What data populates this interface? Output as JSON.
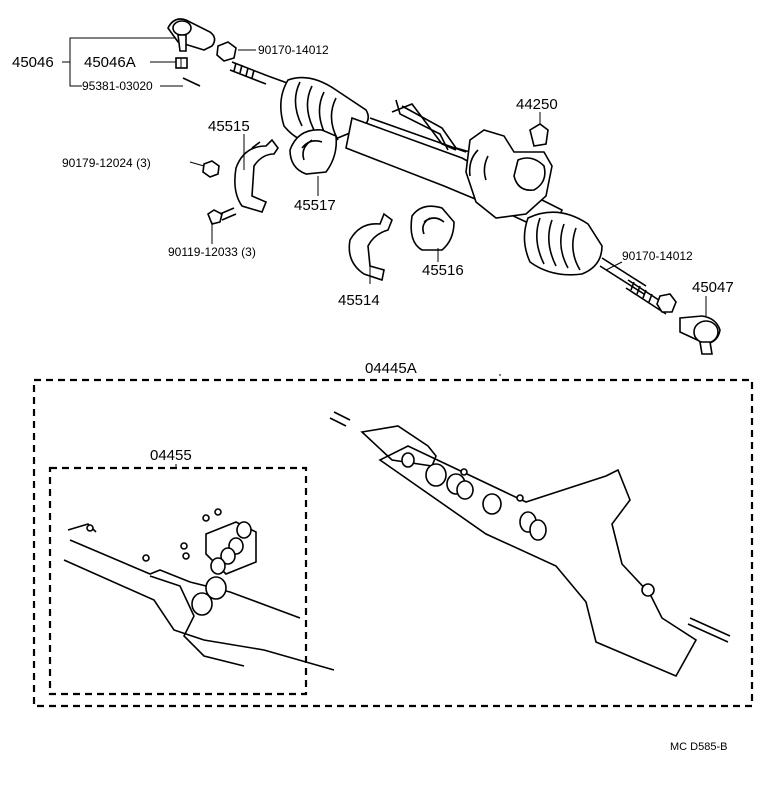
{
  "labels": {
    "tie_rod_end_left": "45046",
    "tie_rod_end_left_a": "45046A",
    "cotter_pin": "95381-03020",
    "nut_left": "90170-14012",
    "gear_assembly": "44250",
    "bracket_upper": "45515",
    "nut_bracket": "90179-12024 (3)",
    "grommet_left": "45517",
    "bolt_bracket": "90119-12033 (3)",
    "bracket_lower": "45514",
    "grommet_right": "45516",
    "nut_right": "90170-14012",
    "tie_rod_end_right": "45047",
    "gasket_kit": "04445A",
    "seal_kit": "04455",
    "footer": "MC  D585-B"
  }
}
